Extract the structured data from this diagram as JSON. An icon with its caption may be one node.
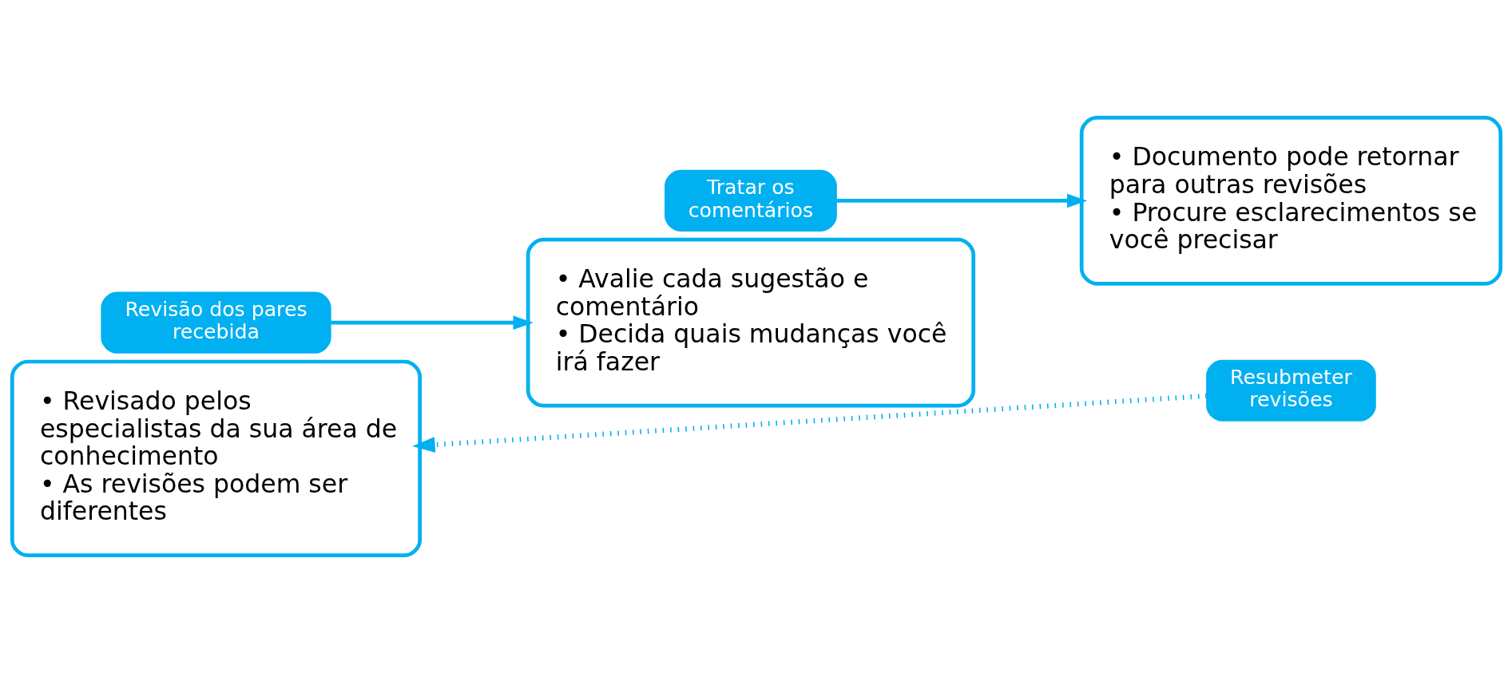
{
  "diagram": {
    "nodes": [
      {
        "text": [
          "• Revisado pelos especialistas da sua área de conhecimento",
          "• As revisões podem ser diferentes"
        ]
      },
      {
        "text": [
          "Revisão dos pares recebida"
        ]
      },
      {
        "text": [
          "Tratar os comentários"
        ]
      },
      {
        "text": [
          "• Avalie cada sugestão e comentário",
          "• Decida quais mudanças você irá fazer"
        ]
      },
      {
        "text": [
          "• Documento pode retornar para outras revisões",
          "• Procure esclarecimentos se você precisar"
        ]
      },
      {
        "text": [
          "Resubmeter revisões"
        ]
      }
    ],
    "edges": [
      {
        "from": 1,
        "to": 3,
        "arrow": "to"
      },
      {
        "from": 2,
        "to": 4,
        "arrow": "to"
      },
      {
        "from": 5,
        "to": 0,
        "arrow": "to",
        "style": "dashed"
      }
    ]
  }
}
